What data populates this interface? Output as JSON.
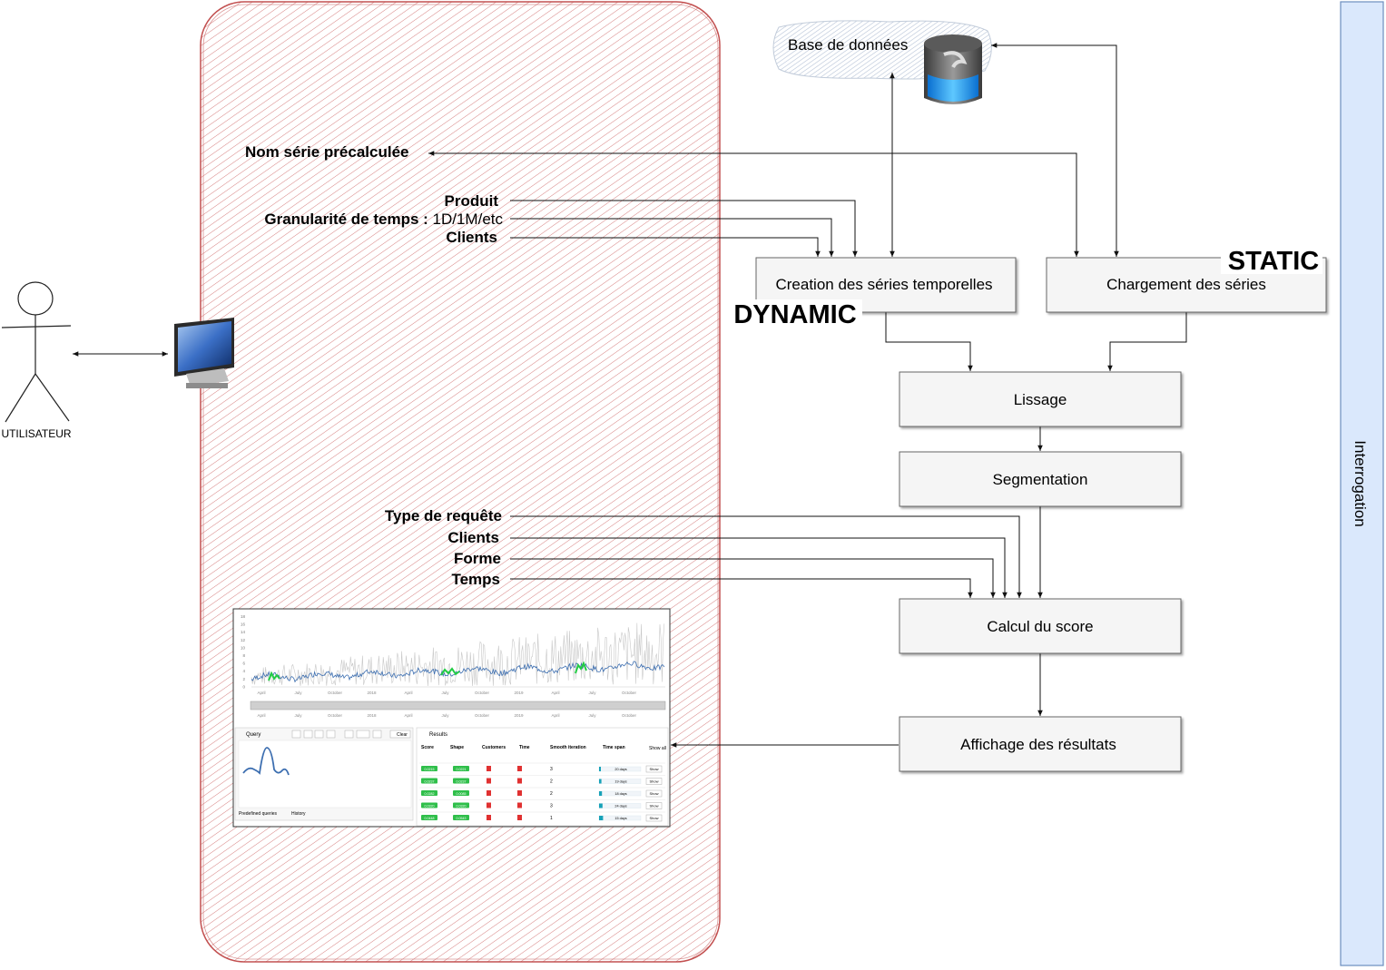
{
  "actor": {
    "label": "UTILISATEUR"
  },
  "database": {
    "label": "Base de données"
  },
  "inputs_top": {
    "nom_serie": "Nom série précalculée",
    "produit": "Produit",
    "granularite_label": "Granularité de temps :",
    "granularite_value": " 1D/1M/etc",
    "clients": "Clients"
  },
  "inputs_bottom": {
    "type_requete": "Type de requête",
    "clients": "Clients",
    "forme": "Forme",
    "temps": "Temps"
  },
  "processes": {
    "creation": "Creation des séries temporelles",
    "chargement": "Chargement des séries",
    "lissage": "Lissage",
    "segmentation": "Segmentation",
    "calcul": "Calcul du score",
    "affichage": "Affichage des résultats"
  },
  "badges": {
    "dynamic": "DYNAMIC",
    "static": "STATIC"
  },
  "side_panel": {
    "label": "Interrogation"
  },
  "screenshot": {
    "query_label": "Query",
    "results_label": "Results",
    "columns": [
      "Score",
      "Shape",
      "Customers",
      "Time",
      "Smooth iteration",
      "Time span"
    ],
    "rows": [
      {
        "score": "0.0215",
        "shape": "0.0221",
        "iteration": "3",
        "span": "20 days",
        "action": "Show"
      },
      {
        "score": "0.0237",
        "shape": "0.0237",
        "iteration": "2",
        "span": "19 days",
        "action": "Show"
      },
      {
        "score": "0.0282",
        "shape": "0.0085",
        "iteration": "2",
        "span": "18 days",
        "action": "Show"
      },
      {
        "score": "0.0320",
        "shape": "0.0320",
        "iteration": "3",
        "span": "24 days",
        "action": "Show"
      },
      {
        "score": "0.0448",
        "shape": "0.0543",
        "iteration": "1",
        "span": "15 days",
        "action": "Show"
      }
    ],
    "footer_left": "Predefined queries",
    "footer_right": "History",
    "show_all": "Show all",
    "clear": "Clear",
    "x_ticks": [
      "April",
      "July",
      "October",
      "2018",
      "April",
      "July",
      "October",
      "2019",
      "April",
      "July",
      "October"
    ],
    "y_ticks": [
      "18",
      "16",
      "14",
      "12",
      "10",
      "8",
      "6",
      "4",
      "2",
      "0"
    ]
  }
}
